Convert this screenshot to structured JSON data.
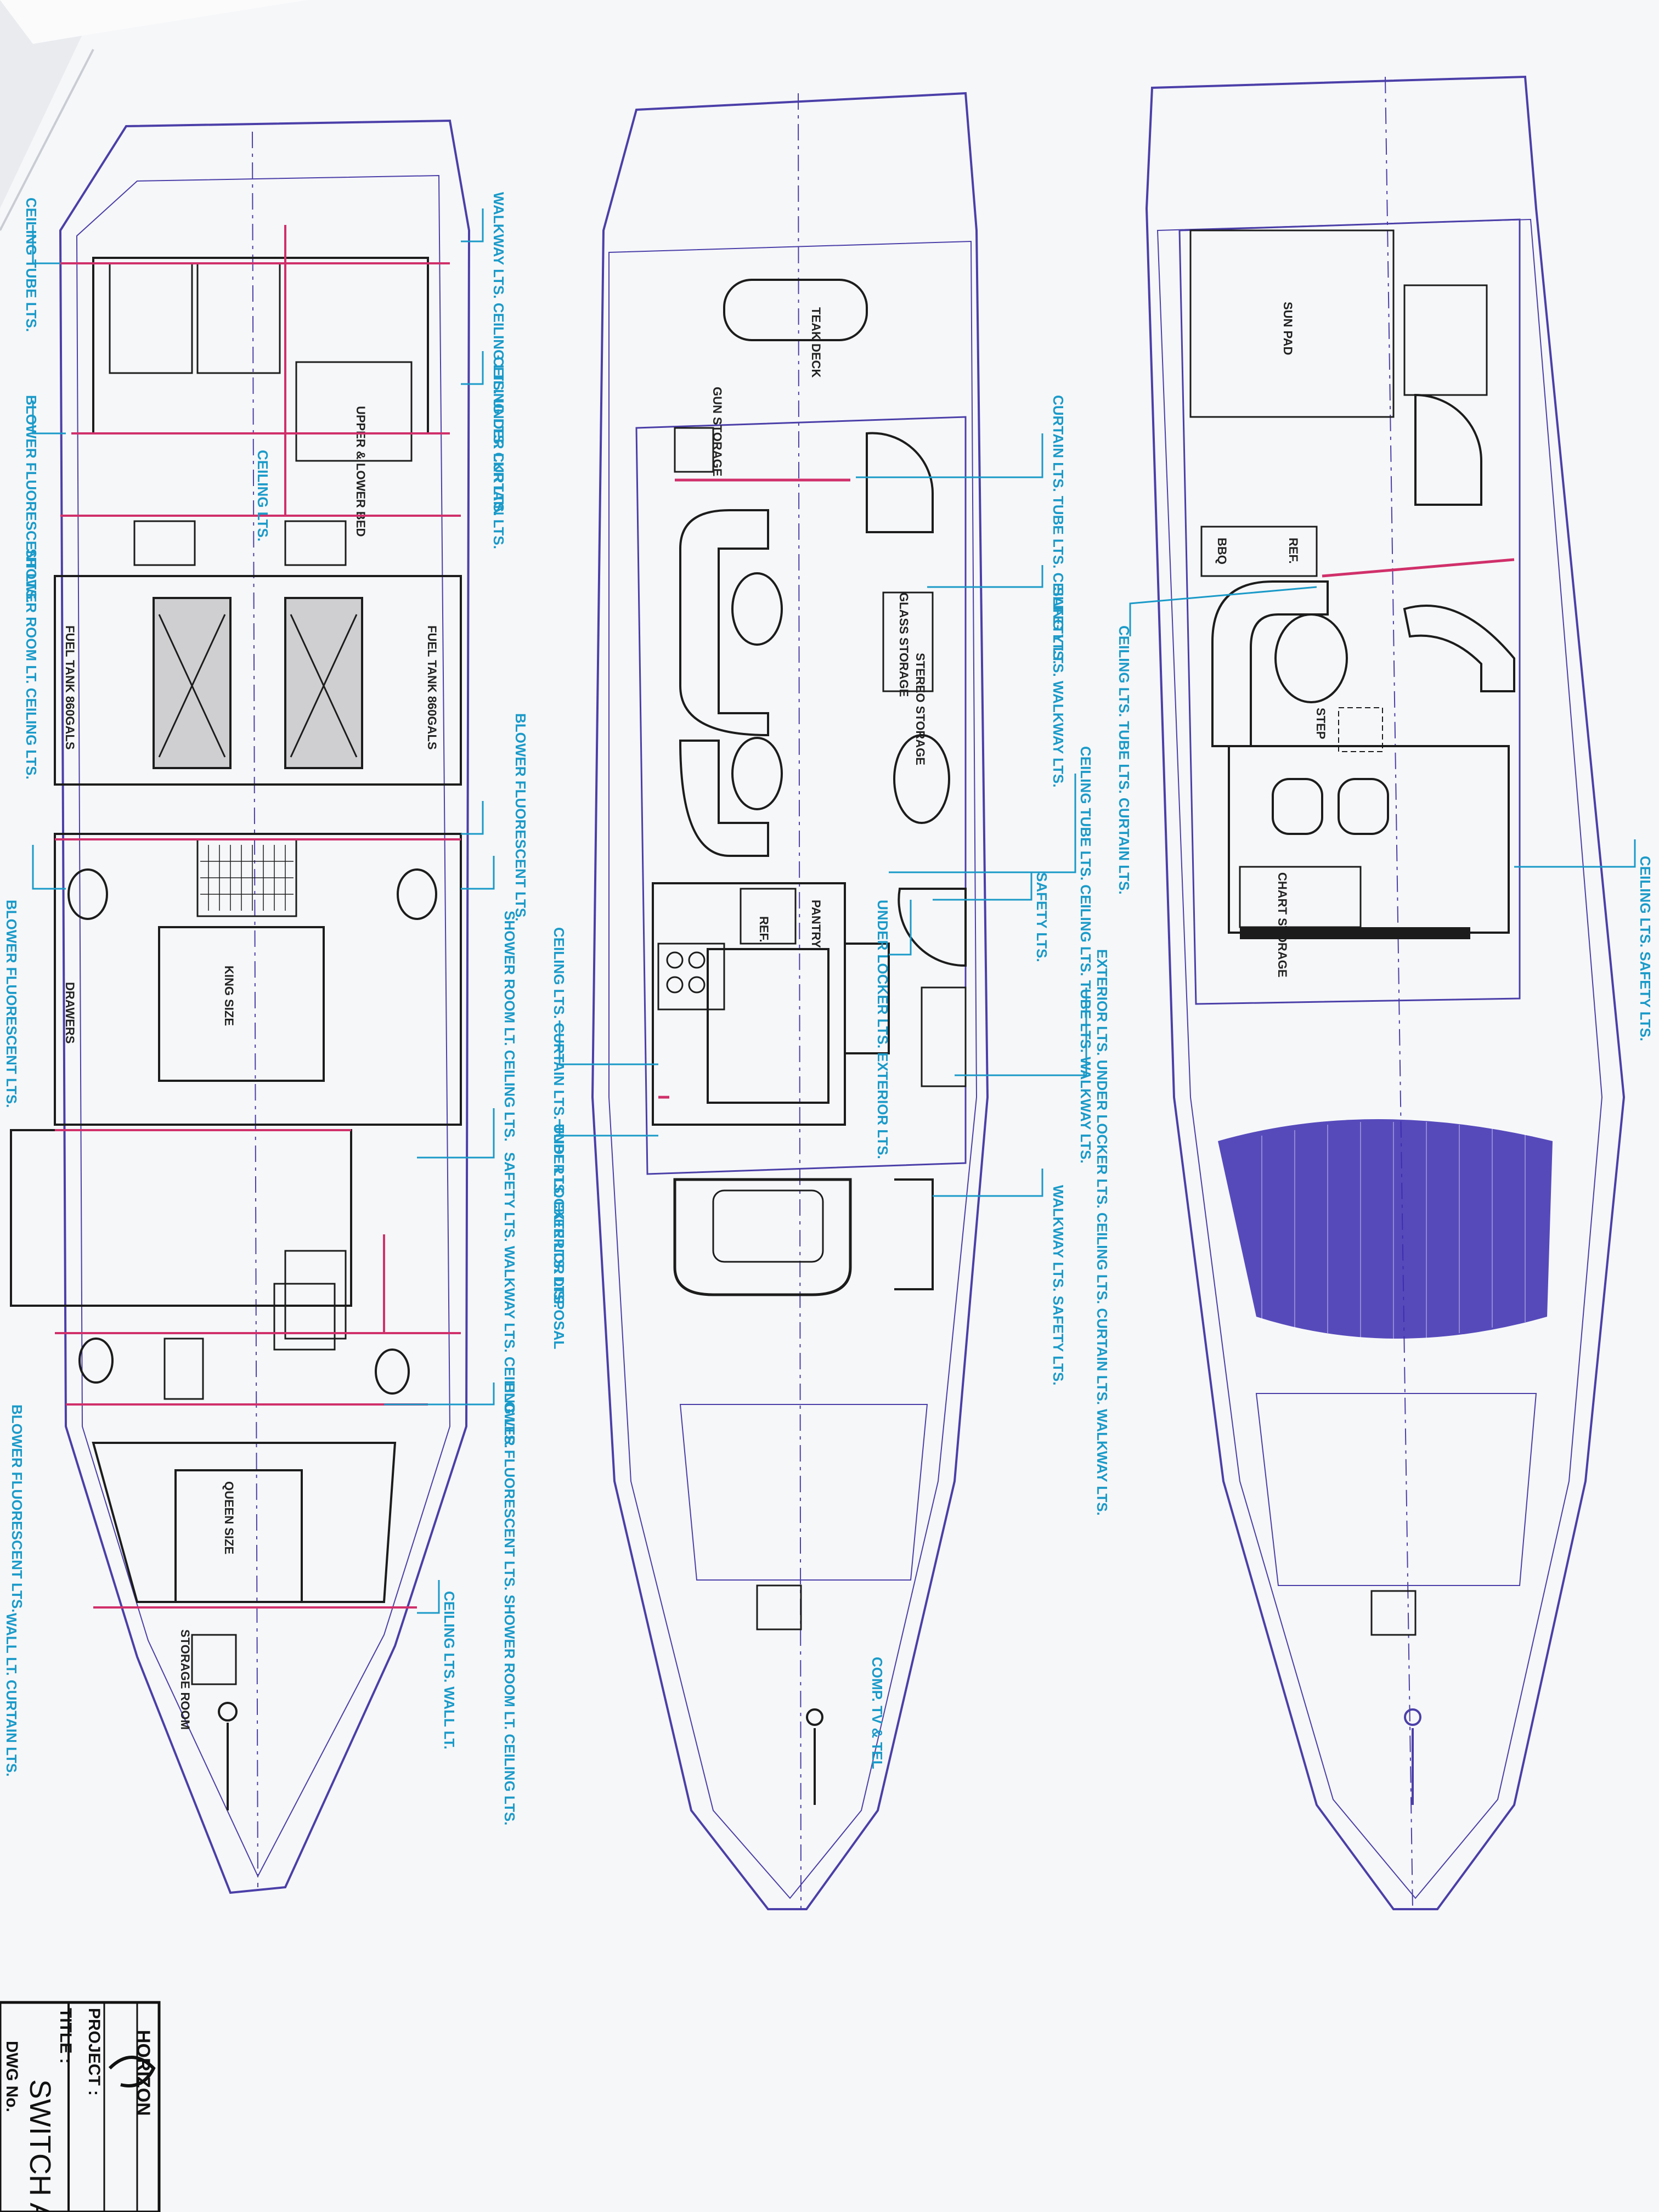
{
  "title_block": {
    "logo_text": "HORIZON",
    "project_label": "PROJECT :",
    "title_label": "TITLE :",
    "title_value": "SWITCH A",
    "drawing_no_label": "DWG No."
  },
  "lower_deck": {
    "room_labels": {
      "king_size": "KING SIZE",
      "queen_size": "QUEEN SIZE",
      "fuel_tank_left": "FUEL TANK 860GALS",
      "fuel_tank_right": "FUEL TANK 860GALS",
      "upper_lower_bed": "UPPER & LOWER BED",
      "storage_room": "STORAGE ROOM",
      "drawers": "DRAWERS"
    },
    "callouts_left": [
      "CEILING TUBE LTS.",
      "BLOWER FLUORESCENT LTS.",
      "SHOWER ROOM LT. CEILING LTS.",
      "BLOWER FLUORESCENT LTS.",
      "BLOWER FLUORESCENT LTS.",
      "WALL LT. CURTAIN LTS."
    ],
    "callouts_right": [
      "WALKWAY LTS. CEILING LTS. UNDER LKR LTS.",
      "CEILING LTS. CURTAIN LTS.",
      "CEILING LTS.",
      "BLOWER FLUORESCENT LTS.",
      "SHOWER ROOM LT. CEILING LTS.",
      "SAFETY LTS. WALKWAY LTS. CEILING LTS.",
      "BLOWER FLUORESCENT LTS. SHOWER ROOM LT. CEILING LTS.",
      "CEILING LTS. WALL LT."
    ]
  },
  "main_deck": {
    "room_labels": {
      "teak_deck": "TEAK DECK",
      "gun_storage": "GUN STORAGE",
      "pantry": "PANTRY",
      "ref": "REF.",
      "glass_storage": "GLASS STORAGE",
      "stereo_storage": "STEREO STORAGE"
    },
    "callouts": [
      "CURTAIN LTS. TUBE LTS. CEILING LTS.",
      "SAFETY LTS. WALKWAY LTS.",
      "CEILING TUBE LTS. CEILING LTS. TUBE LTS. WALKWAY LTS.",
      "SAFETY LTS.",
      "UNDER LOCKER LTS. EXTERIOR LTS.",
      "CEILING LTS. CURTAIN LTS. UNDER LOCKER LTS. DISPOSAL",
      "EXTERIOR LTS. UNDER LOCKER LTS. CEILING LTS. CURTAIN LTS. WALKWAY LTS.",
      "TUBE LTS. EXTERIOR LTS.",
      "WALKWAY LTS. SAFETY LTS.",
      "COMP. TV & TEL"
    ]
  },
  "flybridge": {
    "room_labels": {
      "sun_pad": "SUN PAD",
      "ref": "REF.",
      "bbq": "BBQ",
      "step": "STEP",
      "chart_storage": "CHART STORAGE"
    },
    "callouts": [
      "CEILING LTS. TUBE LTS. CURTAIN LTS.",
      "CEILING LTS. SAFETY LTS."
    ]
  },
  "colors": {
    "hull_line": "#4b3fa8",
    "wire_line": "#d0306a",
    "callout_text": "#1a9ac8",
    "detail_line": "#1c1c1c",
    "paper": "#f6f7f9",
    "hatch": "#3a2bb0"
  }
}
